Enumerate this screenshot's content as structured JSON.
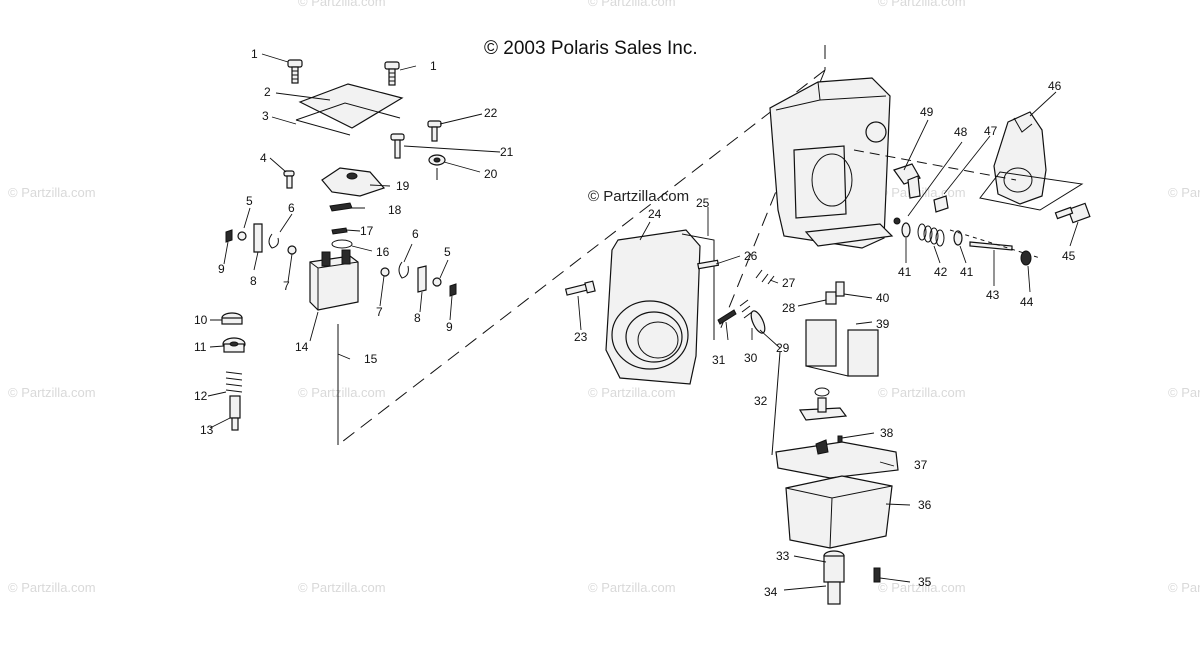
{
  "title": "© 2003 Polaris Sales Inc.",
  "watermark": "© Partzilla.com",
  "watermark_center": "© Partzilla.com",
  "callouts": {
    "n1": "1",
    "n2": "2",
    "n3": "3",
    "n4": "4",
    "n5": "5",
    "n6": "6",
    "n7": "7",
    "n8": "8",
    "n9": "9",
    "n10": "10",
    "n11": "11",
    "n12": "12",
    "n13": "13",
    "n14": "14",
    "n15": "15",
    "n16": "16",
    "n17": "17",
    "n18": "18",
    "n19": "19",
    "n20": "20",
    "n21": "21",
    "n22": "22",
    "n23": "23",
    "n24": "24",
    "n25": "25",
    "n26": "26",
    "n27": "27",
    "n28": "28",
    "n29": "29",
    "n30": "30",
    "n31": "31",
    "n32": "32",
    "n33": "33",
    "n34": "34",
    "n35": "35",
    "n36": "36",
    "n37": "37",
    "n38": "38",
    "n39": "39",
    "n40": "40",
    "n41": "41",
    "n42": "42",
    "n43": "43",
    "n44": "44",
    "n45": "45",
    "n46": "46",
    "n47": "47",
    "n48": "48",
    "n49": "49"
  }
}
